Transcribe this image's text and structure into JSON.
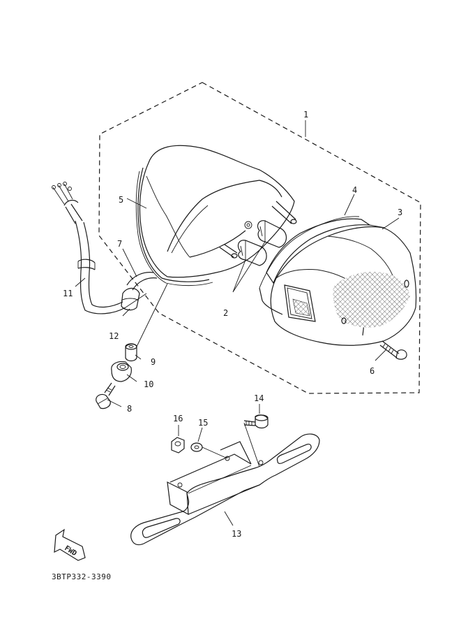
{
  "diagram": {
    "part_code": "3BTP332-3390",
    "fwd_label": "FWD",
    "callouts": {
      "c1": "1",
      "c2": "2",
      "c3": "3",
      "c4": "4",
      "c5": "5",
      "c6": "6",
      "c7": "7",
      "c8": "8",
      "c9": "9",
      "c10": "10",
      "c11": "11",
      "c12": "12",
      "c13": "13",
      "c14": "14",
      "c15": "15",
      "c16": "16"
    }
  }
}
